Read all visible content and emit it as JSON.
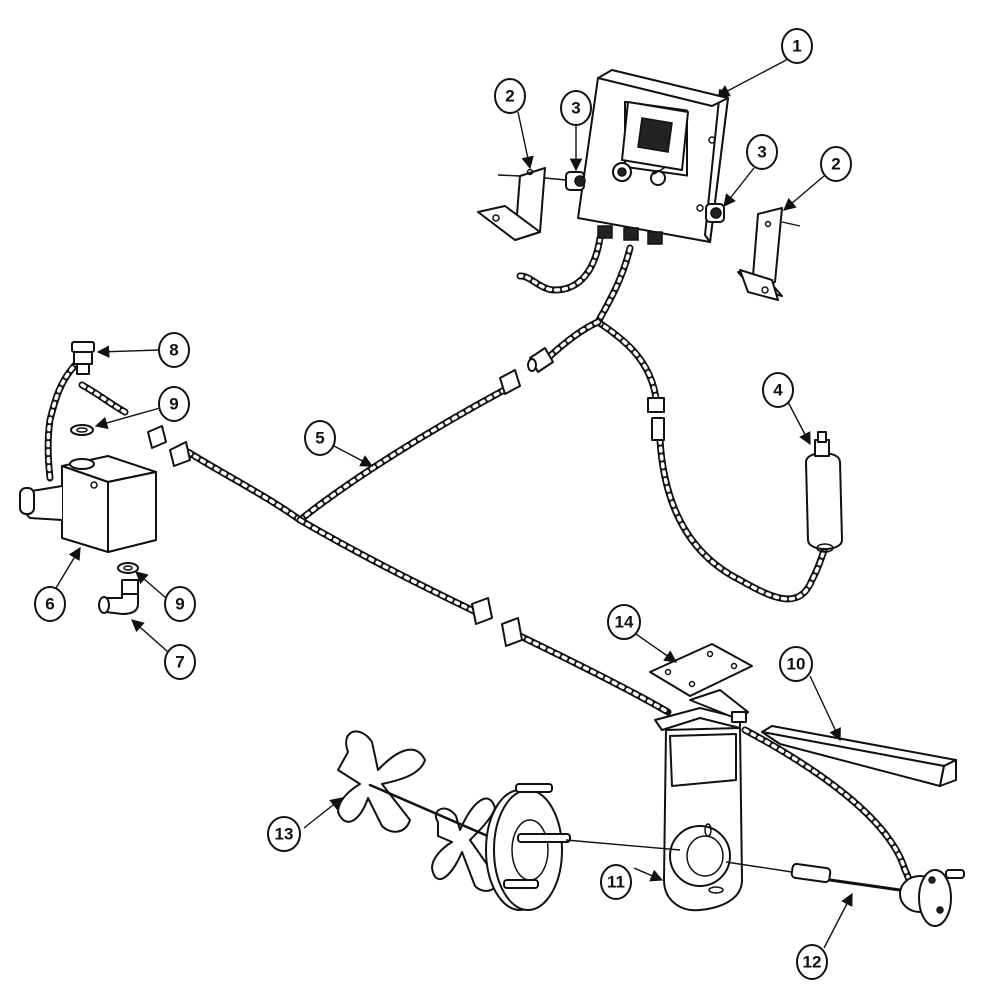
{
  "callouts": [
    {
      "label": "1"
    },
    {
      "label": "2"
    },
    {
      "label": "3"
    },
    {
      "label": "3"
    },
    {
      "label": "2"
    },
    {
      "label": "8"
    },
    {
      "label": "9"
    },
    {
      "label": "5"
    },
    {
      "label": "4"
    },
    {
      "label": "6"
    },
    {
      "label": "9"
    },
    {
      "label": "7"
    },
    {
      "label": "14"
    },
    {
      "label": "10"
    },
    {
      "label": "13"
    },
    {
      "label": "11"
    },
    {
      "label": "12"
    }
  ]
}
